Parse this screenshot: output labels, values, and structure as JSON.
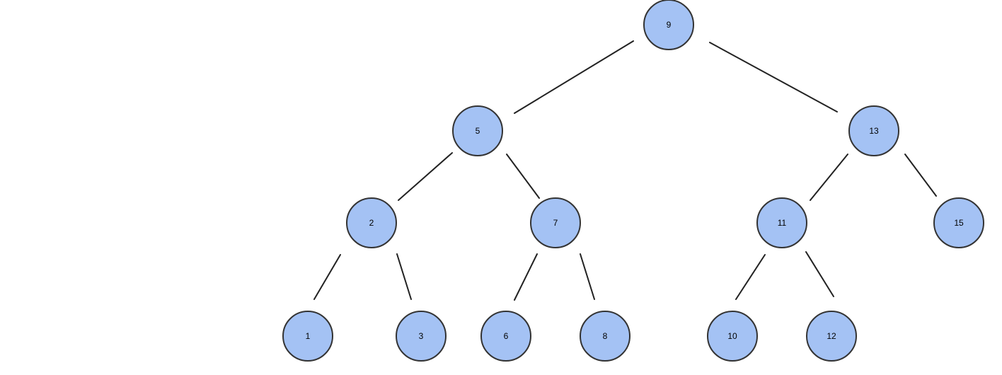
{
  "colors": {
    "node_fill": "#a4c2f4",
    "node_stroke": "#333333",
    "edge": "#222222",
    "background": "#ffffff"
  },
  "tree": {
    "nodes": [
      {
        "id": "n9",
        "label": "9"
      },
      {
        "id": "n5",
        "label": "5"
      },
      {
        "id": "n13",
        "label": "13"
      },
      {
        "id": "n2",
        "label": "2"
      },
      {
        "id": "n7",
        "label": "7"
      },
      {
        "id": "n11",
        "label": "11"
      },
      {
        "id": "n15",
        "label": "15"
      },
      {
        "id": "n1",
        "label": "1"
      },
      {
        "id": "n3",
        "label": "3"
      },
      {
        "id": "n6",
        "label": "6"
      },
      {
        "id": "n8",
        "label": "8"
      },
      {
        "id": "n10",
        "label": "10"
      },
      {
        "id": "n12",
        "label": "12"
      }
    ],
    "edges": [
      {
        "from": "n9",
        "to": "n5"
      },
      {
        "from": "n9",
        "to": "n13"
      },
      {
        "from": "n5",
        "to": "n2"
      },
      {
        "from": "n5",
        "to": "n7"
      },
      {
        "from": "n13",
        "to": "n11"
      },
      {
        "from": "n13",
        "to": "n15"
      },
      {
        "from": "n2",
        "to": "n1"
      },
      {
        "from": "n2",
        "to": "n3"
      },
      {
        "from": "n7",
        "to": "n6"
      },
      {
        "from": "n7",
        "to": "n8"
      },
      {
        "from": "n11",
        "to": "n10"
      },
      {
        "from": "n11",
        "to": "n12"
      }
    ]
  }
}
